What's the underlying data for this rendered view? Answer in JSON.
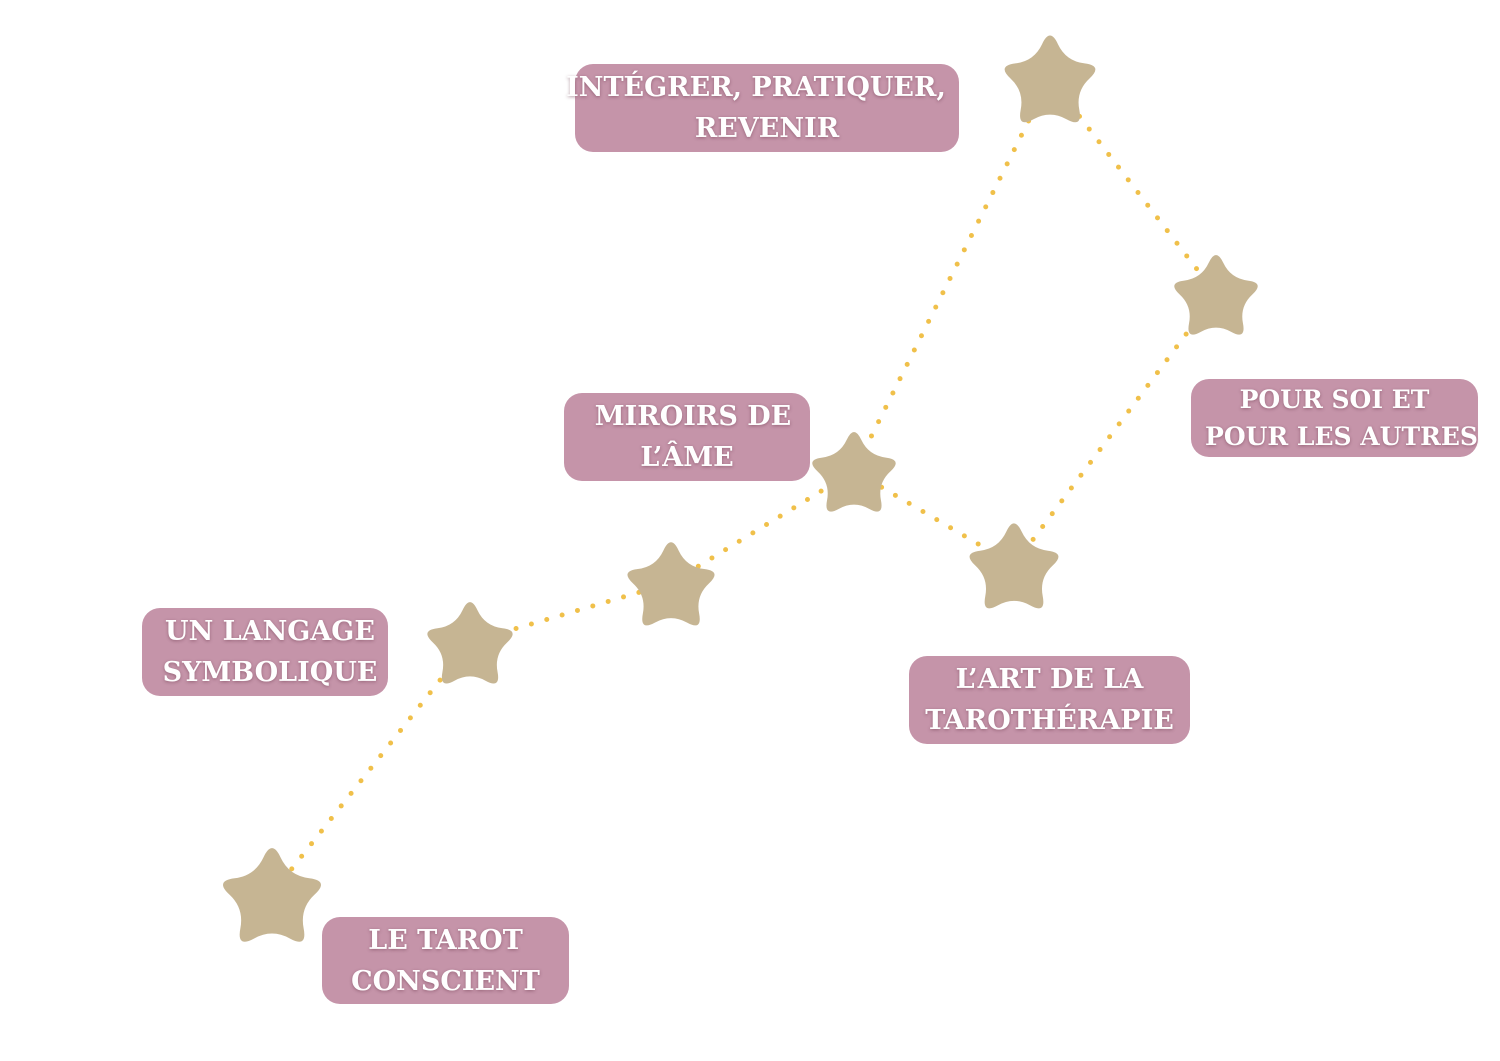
{
  "diagram": {
    "title": "",
    "colors": {
      "label_background": "#c594a9",
      "label_text": "#ffffff",
      "star_fill": "#c6b593",
      "dotted_path": "#f0c04a"
    },
    "nodes": [
      {
        "id": "le-tarot-conscient",
        "lines": [
          "LE TAROT",
          "CONSCIENT"
        ],
        "icon": "star-icon"
      },
      {
        "id": "un-langage-symbolique",
        "lines": [
          "UN LANGAGE",
          "SYMBOLIQUE"
        ],
        "icon": "star-icon"
      },
      {
        "id": "intermediate",
        "lines": [],
        "icon": "star-icon"
      },
      {
        "id": "miroirs-de-l-ame",
        "lines": [
          "MIROIRS DE",
          "L’ÂME"
        ],
        "icon": "star-icon"
      },
      {
        "id": "l-art-de-la-tarotherapie",
        "lines": [
          "L’ART DE LA",
          "TAROTHÉRAPIE"
        ],
        "icon": "star-icon"
      },
      {
        "id": "pour-soi-et-pour-les-autres",
        "lines": [
          "POUR SOI ET",
          "POUR LES AUTRES"
        ],
        "icon": "star-icon"
      },
      {
        "id": "integrer-pratiquer-revenir",
        "lines": [
          "INTÉGRER, PRATIQUER,",
          "REVENIR"
        ],
        "icon": "star-icon"
      }
    ],
    "path_order": [
      "le-tarot-conscient",
      "un-langage-symbolique",
      "intermediate",
      "miroirs-de-l-ame",
      "l-art-de-la-tarotherapie",
      "pour-soi-et-pour-les-autres",
      "integrer-pratiquer-revenir",
      "miroirs-de-l-ame"
    ]
  }
}
